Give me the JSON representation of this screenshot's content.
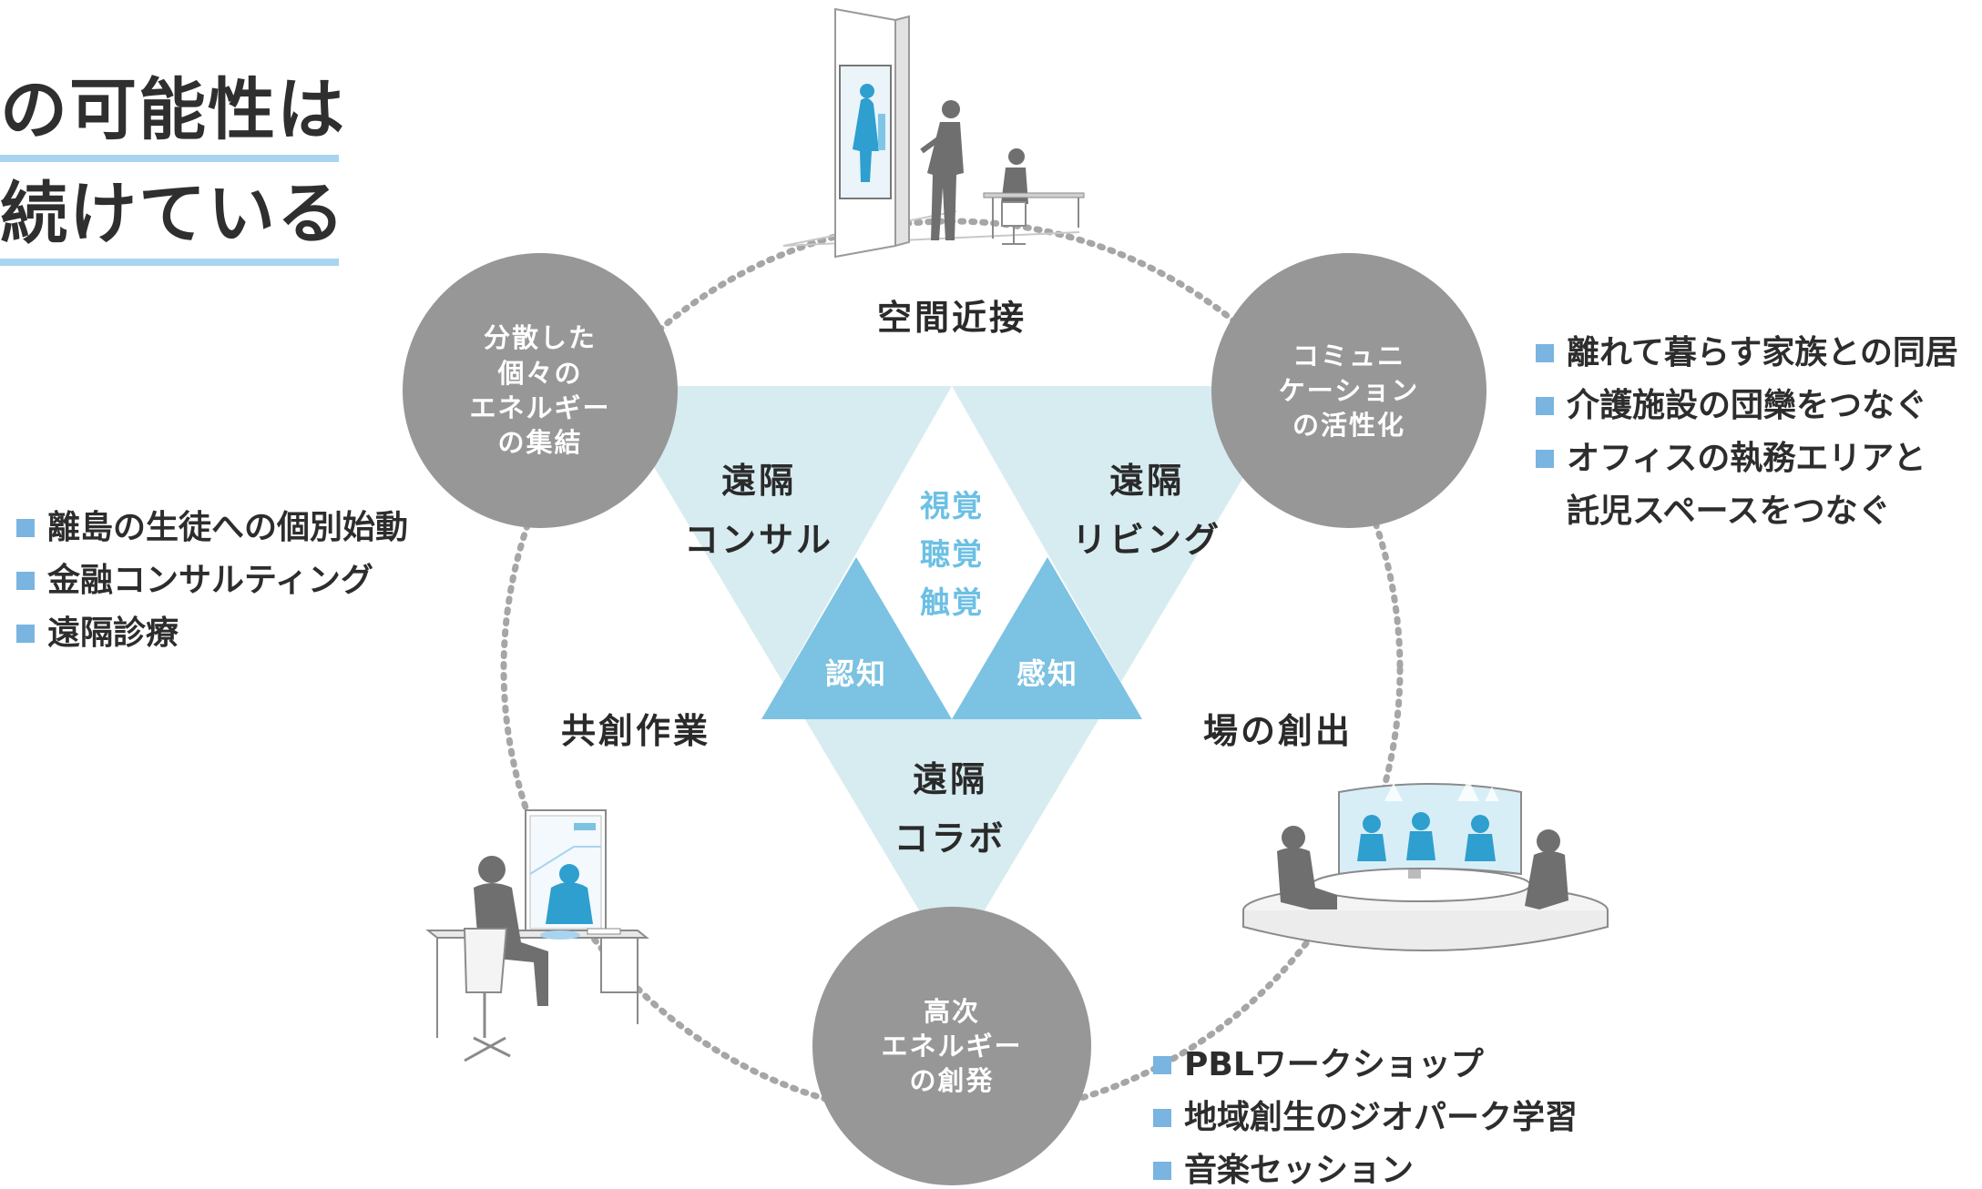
{
  "title": {
    "line1": "の可能性は",
    "line2": "続けている"
  },
  "center": {
    "senses": "視覚\n聴覚\n触覚",
    "cognition": "認知",
    "perception": "感知"
  },
  "zones": {
    "left": "遠隔\nコンサル",
    "right": "遠隔\nリビング",
    "bottom": "遠隔\nコラボ"
  },
  "edges": {
    "top": "空間近接",
    "left": "共創作業",
    "right": "場の創出"
  },
  "nodes": {
    "left": "分散した\n個々の\nエネルギー\nの集結",
    "right": "コミュニ\nケーション\nの活性化",
    "bottom": "高次\nエネルギー\nの創発"
  },
  "lists": {
    "left": [
      "離島の生徒への個別始動",
      "金融コンサルティング",
      "遠隔診療"
    ],
    "right": [
      "離れて暮らす家族との同居",
      "介護施設の団欒をつなぐ",
      "オフィスの執務エリアと",
      "託児スペースをつなぐ"
    ],
    "bottom": [
      "PBLワークショップ",
      "地域創生のジオパーク学習",
      "音楽セッション"
    ]
  },
  "colors": {
    "light_triangle": "#d7ecf1",
    "mid_triangle": "#7cc2e2",
    "node_gray": "#979797",
    "bullet": "#7ab4e0",
    "underline": "#a9d4ef",
    "figure_blue": "#2e9fcf",
    "figure_gray": "#6f6f6f"
  }
}
